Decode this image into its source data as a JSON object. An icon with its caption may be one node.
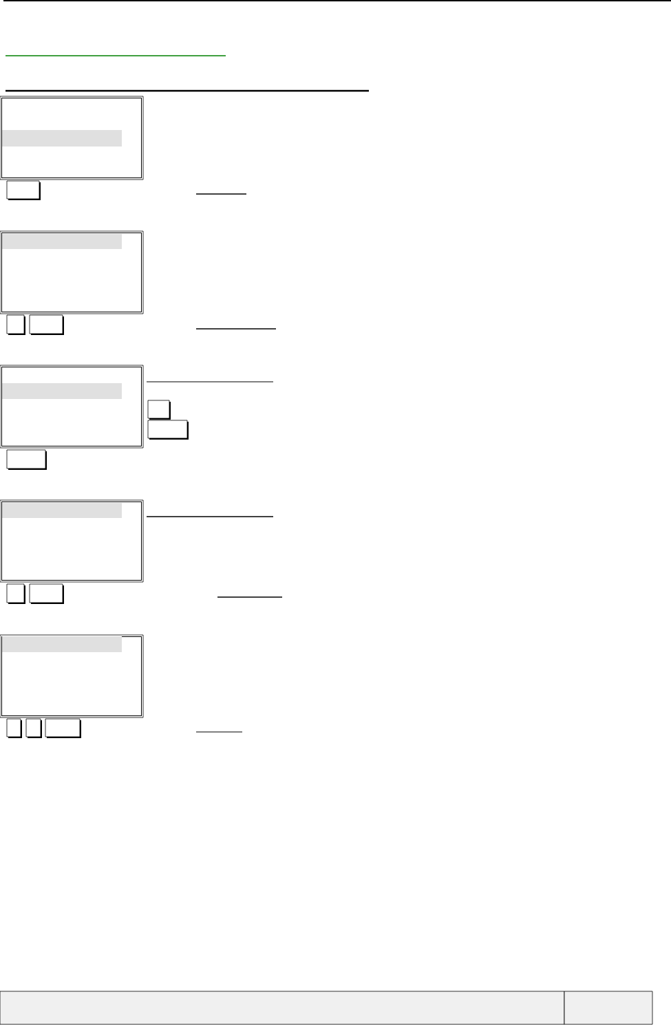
{
  "diagram": {
    "nodes": [
      {
        "text": [],
        "shape": "box"
      },
      {
        "text": [],
        "shape": "bar",
        "in": 0
      },
      {
        "text": [],
        "shape": "box"
      },
      {
        "text": [],
        "shape": "box"
      },
      {
        "text": [],
        "shape": "bar",
        "in": 3
      },
      {
        "text": [],
        "shape": "box"
      },
      {
        "text": [],
        "shape": "box"
      },
      {
        "text": [],
        "shape": "box"
      },
      {
        "text": [],
        "shape": "bar",
        "in": 7
      },
      {
        "text": [],
        "shape": "box"
      },
      {
        "text": [],
        "shape": "box"
      },
      {
        "text": [],
        "shape": "box"
      },
      {
        "text": [],
        "shape": "box"
      },
      {
        "text": [],
        "shape": "bar",
        "in": 12
      },
      {
        "text": [],
        "shape": "box"
      },
      {
        "text": [],
        "shape": "box"
      },
      {
        "text": [],
        "shape": "box"
      },
      {
        "text": [],
        "shape": "bar",
        "in": 16
      },
      {
        "text": [],
        "shape": "box"
      },
      {
        "text": [],
        "shape": "box"
      },
      {
        "text": [],
        "shape": "box"
      },
      {
        "text": [],
        "shape": "box"
      },
      {
        "text": [],
        "shape": "box"
      }
    ]
  }
}
